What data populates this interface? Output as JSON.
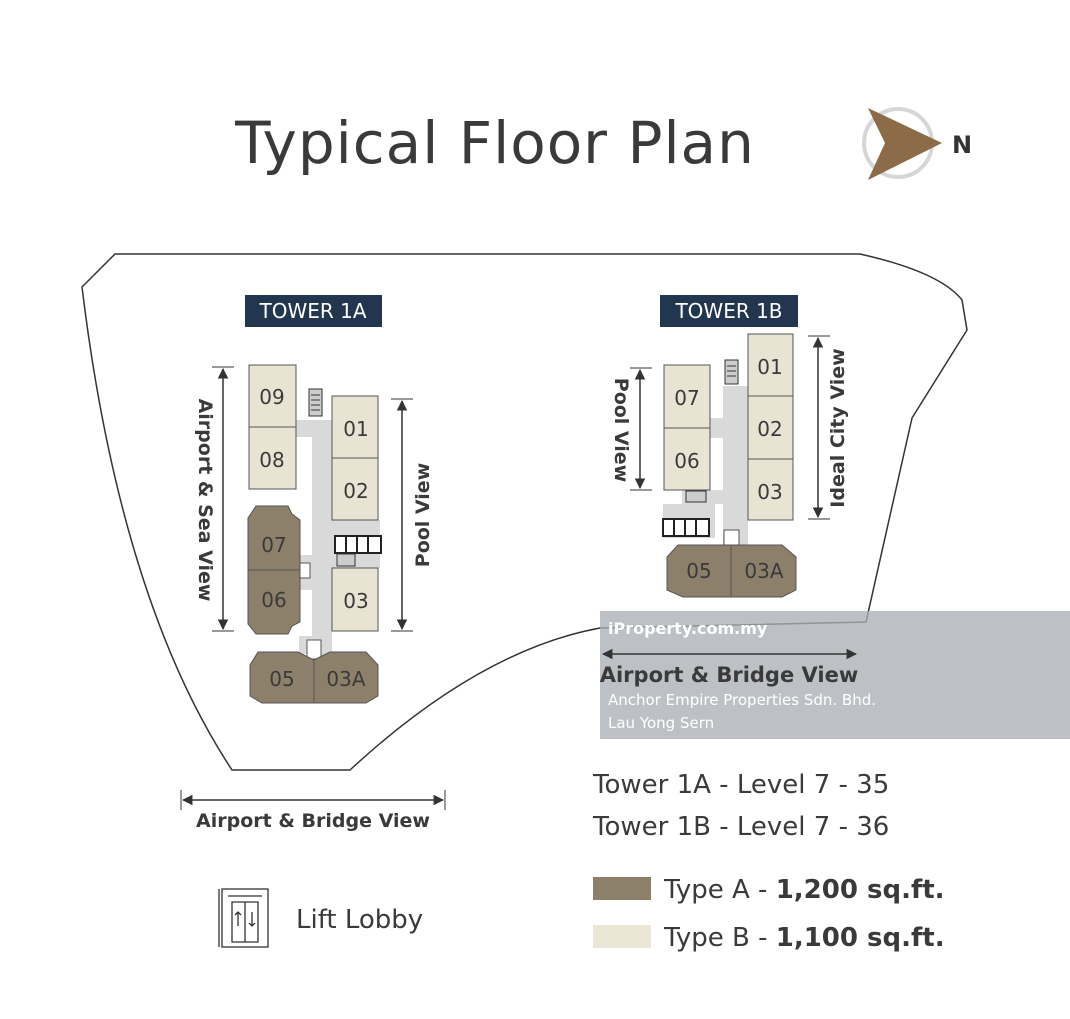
{
  "title": "Typical Floor Plan",
  "compass": {
    "label": "N",
    "icon": "north-arrow-icon"
  },
  "towers": [
    {
      "name": "TOWER 1A",
      "units": [
        "09",
        "08",
        "07",
        "06",
        "01",
        "02",
        "03",
        "05",
        "03A"
      ]
    },
    {
      "name": "TOWER 1B",
      "units": [
        "07",
        "06",
        "01",
        "02",
        "03",
        "05",
        "03A"
      ]
    }
  ],
  "views": {
    "t1a_left": "Airport & Sea View",
    "t1a_right": "Pool View",
    "t1b_left": "Pool View",
    "t1b_right": "Ideal City View",
    "t1b_bottom": "Airport & Bridge View",
    "site_bottom": "Airport & Bridge View"
  },
  "levels": [
    "Tower 1A - Level 7 - 35",
    "Tower 1B - Level 7 - 36"
  ],
  "legend": [
    {
      "type": "Type A - ",
      "size": "1,200 sq.ft.",
      "color": "#8c806a"
    },
    {
      "type": "Type B - ",
      "size": "1,100 sq.ft.",
      "color": "#e9e3d3"
    }
  ],
  "lift_lobby": "Lift Lobby",
  "watermark": {
    "brand": "iProperty.com.my",
    "line1": "Anchor Empire Properties Sdn. Bhd.",
    "line2": "Lau Yong Sern"
  },
  "colors": {
    "navy": "#233650",
    "typeA": "#8c806a",
    "typeB": "#e9e3d3",
    "compass": "#8b6b48"
  }
}
